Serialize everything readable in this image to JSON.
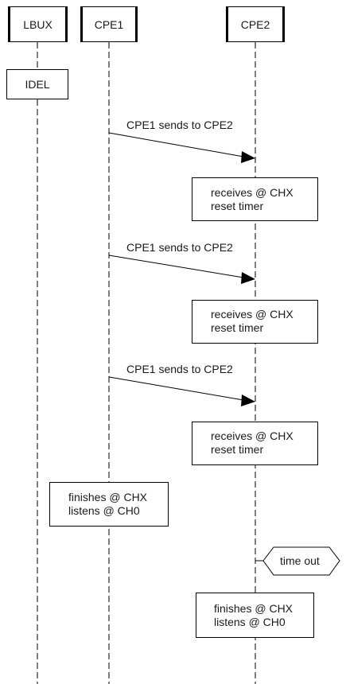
{
  "participants": {
    "lbux": "LBUX",
    "cpe1": "CPE1",
    "cpe2": "CPE2"
  },
  "notes": {
    "idel": "IDEL",
    "receive_1": {
      "line1": "receives @ CHX",
      "line2": "reset timer"
    },
    "receive_2": {
      "line1": "receives @ CHX",
      "line2": "reset timer"
    },
    "receive_3": {
      "line1": "receives @ CHX",
      "line2": "reset timer"
    },
    "cpe1_finish": {
      "line1": "finishes @ CHX",
      "line2": "listens @ CH0"
    },
    "timeout": "time out",
    "cpe2_finish": {
      "line1": "finishes @ CHX",
      "line2": "listens @ CH0"
    }
  },
  "messages": [
    {
      "from": "CPE1",
      "to": "CPE2",
      "label": "CPE1 sends to CPE2"
    },
    {
      "from": "CPE1",
      "to": "CPE2",
      "label": "CPE1 sends to CPE2"
    },
    {
      "from": "CPE1",
      "to": "CPE2",
      "label": "CPE1 sends to CPE2"
    }
  ]
}
